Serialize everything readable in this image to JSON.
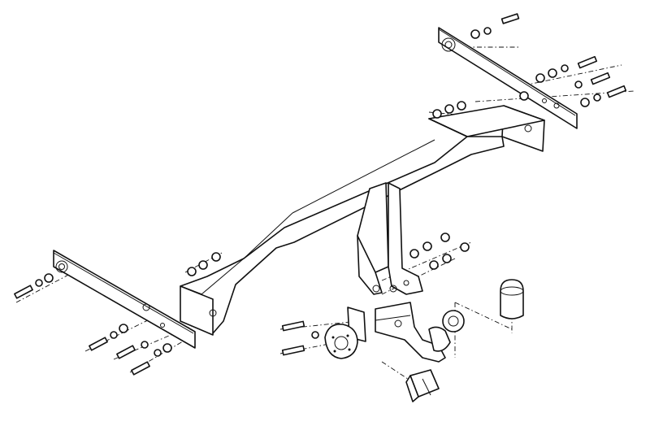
{
  "diagram": {
    "colors": {
      "line": "#111111",
      "background": "#ffffff"
    },
    "parts": [
      "right-mounting-plate",
      "left-mounting-plate",
      "crossbar",
      "hitch-bracket",
      "tow-ball-neck",
      "ball-cover",
      "socket-plate",
      "wiring-connector"
    ],
    "fastener_sets": [
      "top-right-bolts",
      "crossbar-end-nuts",
      "left-end-nuts",
      "left-bolts",
      "bracket-nuts",
      "tow-ball-bolts"
    ]
  }
}
